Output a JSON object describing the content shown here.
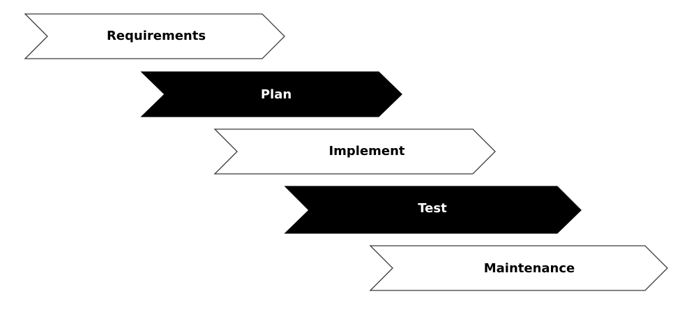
{
  "diagram": {
    "steps": [
      {
        "label": "Requirements",
        "fill": "#ffffff",
        "stroke": "#3a3a3a",
        "text_color": "#000000"
      },
      {
        "label": "Plan",
        "fill": "#000000",
        "stroke": "#000000",
        "text_color": "#ffffff"
      },
      {
        "label": "Implement",
        "fill": "#ffffff",
        "stroke": "#3a3a3a",
        "text_color": "#000000"
      },
      {
        "label": "Test",
        "fill": "#000000",
        "stroke": "#000000",
        "text_color": "#ffffff"
      },
      {
        "label": "Maintenance",
        "fill": "#ffffff",
        "stroke": "#3a3a3a",
        "text_color": "#000000"
      }
    ]
  }
}
